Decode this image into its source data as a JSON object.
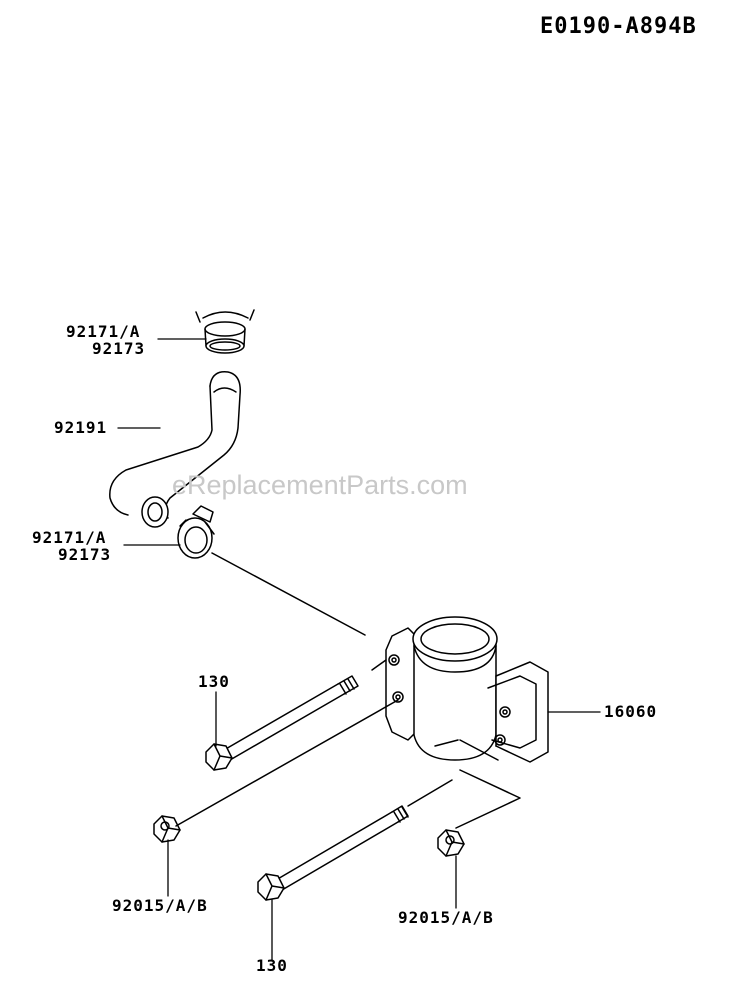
{
  "diagram_id": "E0190-A894B",
  "watermark": "eReplacementParts.com",
  "labels": {
    "clamp_top_a": "92171/A",
    "clamp_top_b": "92173",
    "hose": "92191",
    "clamp_bottom_a": "92171/A",
    "clamp_bottom_b": "92173",
    "bolt_upper": "130",
    "housing": "16060",
    "nut_left": "92015/A/B",
    "nut_right": "92015/A/B",
    "bolt_lower": "130"
  }
}
